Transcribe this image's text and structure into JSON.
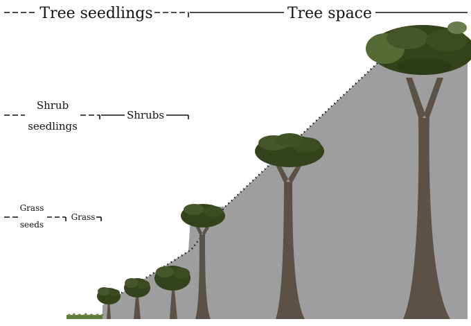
{
  "labels": {
    "tree_seedlings": "Tree seedlings",
    "tree_space": "Tree space",
    "shrub_seedlings_line1": "Shrub",
    "shrub_seedlings_line2": "seedlings",
    "shrubs": "Shrubs",
    "grass_seeds_line1": "Grass",
    "grass_seeds_line2": "seeds",
    "grass": "Grass"
  },
  "colors": {
    "background": "#ffffff",
    "space_fill": "#9e9e9e",
    "trunk": "#5b5147",
    "canopy": "#34431c",
    "canopy_light": "#556a34",
    "grass": "#5f7a3a",
    "line": "#111111"
  }
}
